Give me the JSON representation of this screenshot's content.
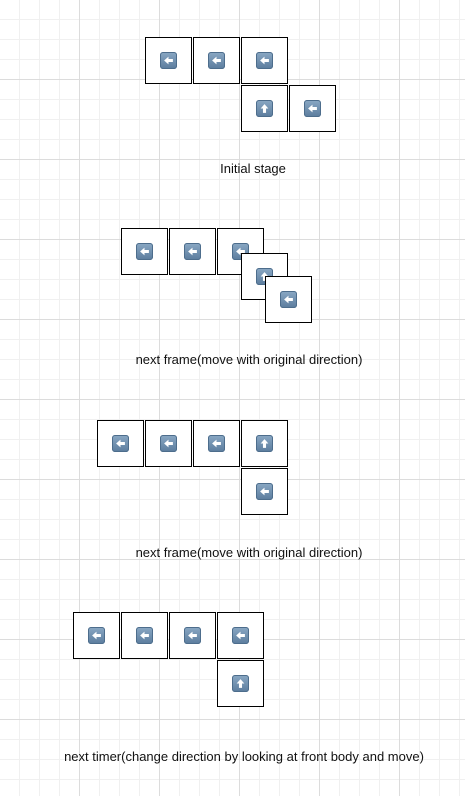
{
  "stages": [
    {
      "caption": "Initial stage",
      "cells": [
        "left",
        "left",
        "left",
        "up",
        "left"
      ]
    },
    {
      "caption": "next frame(move with original direction)",
      "cells": [
        "left",
        "left",
        "left",
        "up",
        "left"
      ]
    },
    {
      "caption": "next frame(move with original direction)",
      "cells": [
        "left",
        "left",
        "left",
        "up",
        "left"
      ]
    },
    {
      "caption": "next timer(change direction by looking at front body and move)",
      "cells": [
        "left",
        "left",
        "left",
        "left",
        "up"
      ]
    }
  ],
  "colors": {
    "arrow_key": "#5b7c9d",
    "cell_border": "#000000",
    "grid_line": "#dcdcdc"
  }
}
